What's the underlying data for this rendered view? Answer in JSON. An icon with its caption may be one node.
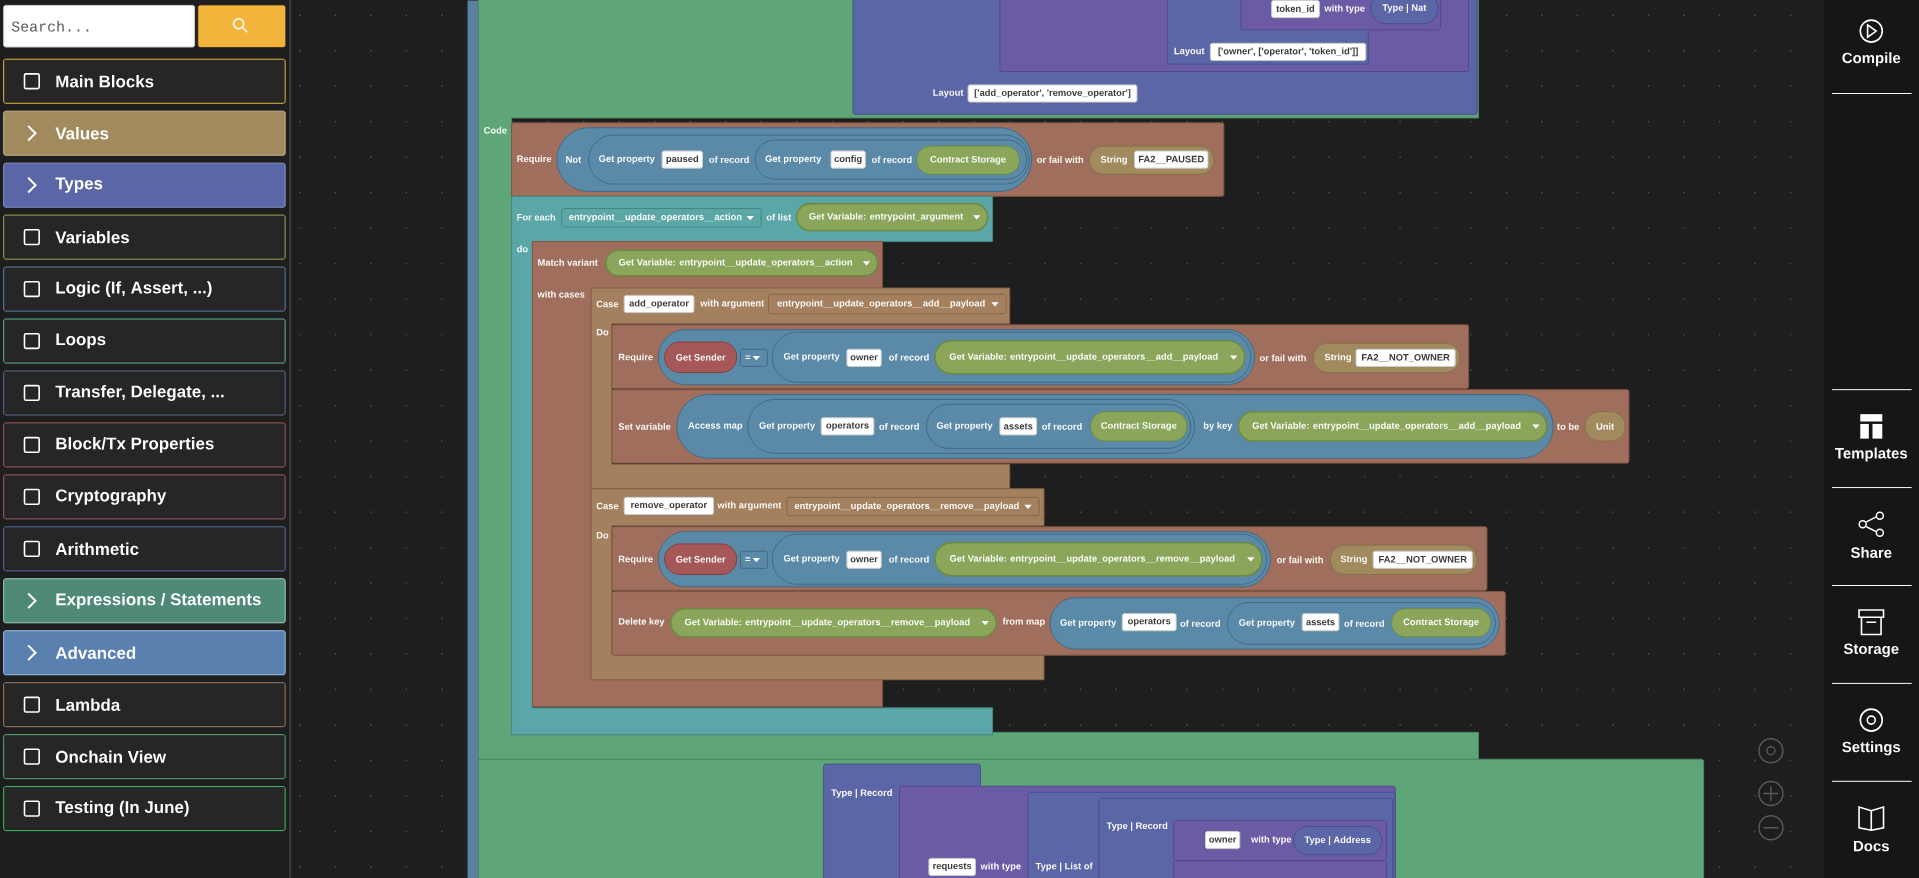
{
  "diagram": {
    "nodes": [
      {
        "text": [
          "Search..."
        ]
      },
      {
        "text": [
          "Main Blocks"
        ]
      },
      {
        "text": [
          "Values"
        ]
      },
      {
        "text": [
          "Types"
        ]
      },
      {
        "text": [
          "Variables"
        ]
      },
      {
        "text": [
          "Logic (If, Assert, ...)"
        ]
      },
      {
        "text": [
          "Loops"
        ]
      },
      {
        "text": [
          "Transfer, Delegate, ..."
        ]
      },
      {
        "text": [
          "Block/Tx Properties"
        ]
      },
      {
        "text": [
          "Cryptography"
        ]
      },
      {
        "text": [
          "Arithmetic"
        ]
      },
      {
        "text": [
          "Expressions / Statements"
        ]
      },
      {
        "text": [
          "Advanced"
        ]
      },
      {
        "text": [
          "Lambda"
        ]
      },
      {
        "text": [
          "Onchain View"
        ]
      },
      {
        "text": [
          "Testing (In June)"
        ]
      },
      {
        "text": [
          "Compile"
        ]
      },
      {
        "text": [
          "Templates"
        ]
      },
      {
        "text": [
          "Share"
        ]
      },
      {
        "text": [
          "Storage"
        ]
      },
      {
        "text": [
          "Settings"
        ]
      },
      {
        "text": [
          "Docs"
        ]
      },
      {
        "text": [
          "Code"
        ]
      },
      {
        "text": [
          "Layout"
        ],
        "in": 22
      },
      {
        "text": [
          "['add_operator', 'remove_operator']"
        ],
        "in": 23
      },
      {
        "text": [],
        "shape": "box",
        "in": 23
      },
      {
        "text": [
          "Layout"
        ],
        "in": 25
      },
      {
        "text": [
          "['owner', ['operator', 'token_id']]"
        ],
        "in": 26
      },
      {
        "text": [
          "with type"
        ],
        "in": 25
      },
      {
        "text": [
          "token_id"
        ]
      },
      {
        "text": [
          "Type | Nat"
        ],
        "in": 28
      },
      {
        "text": [
          "Require",
          "or fail with"
        ],
        "in": 22
      },
      {
        "text": [
          "Not"
        ],
        "in": 31
      },
      {
        "text": [
          "Get property",
          "of record"
        ],
        "in": 32
      },
      {
        "text": [
          "paused"
        ],
        "in": 33
      },
      {
        "text": [
          "Get property",
          "of record"
        ],
        "in": 33
      },
      {
        "text": [
          "config"
        ],
        "in": 35
      },
      {
        "text": [
          "Contract Storage"
        ],
        "in": 35
      },
      {
        "text": [
          "String"
        ],
        "in": 31
      },
      {
        "text": [
          "FA2__PAUSED"
        ],
        "in": 38
      },
      {
        "text": [
          "For each",
          "of list",
          "do"
        ],
        "in": 22
      },
      {
        "text": [
          "entrypoint__update_operators__action"
        ],
        "in": 40
      },
      {
        "text": [
          "Get Variable: entrypoint_argument"
        ],
        "in": 40
      },
      {
        "text": [
          "Match variant",
          "with cases"
        ],
        "in": 40
      },
      {
        "text": [
          "Get Variable: entrypoint__update_operators__action"
        ],
        "in": 43
      },
      {
        "text": [
          "Case",
          "with argument",
          "Do"
        ]
      },
      {
        "text": [
          "add_operator"
        ],
        "in": 45
      },
      {
        "text": [
          "entrypoint__update_operators__add__payload"
        ],
        "in": 45
      },
      {
        "text": [
          "Require",
          "or fail with"
        ]
      },
      {
        "text": [],
        "shape": "box",
        "in": 48
      },
      {
        "text": [
          "Get Sender"
        ],
        "in": 49
      },
      {
        "text": [
          "="
        ],
        "in": 49
      },
      {
        "text": [
          "Get property",
          "of record"
        ],
        "in": 49
      },
      {
        "text": [
          "owner"
        ],
        "in": 52
      },
      {
        "text": [
          "Get Variable: entrypoint__update_operators__add__payload"
        ],
        "in": 52
      },
      {
        "text": [
          "String"
        ],
        "in": 48
      },
      {
        "text": [
          "FA2__NOT_OWNER"
        ],
        "in": 55
      },
      {
        "text": [
          "Set variable",
          "to be"
        ]
      },
      {
        "text": [
          "Access map",
          "by key"
        ],
        "in": 57
      },
      {
        "text": [
          "Get property",
          "of record"
        ],
        "in": 58
      },
      {
        "text": [
          "operators"
        ],
        "in": 59
      },
      {
        "text": [
          "Get property",
          "of record"
        ],
        "in": 59
      },
      {
        "text": [
          "assets"
        ],
        "in": 61
      },
      {
        "text": [
          "Contract Storage"
        ],
        "in": 61
      },
      {
        "text": [
          "Get Variable: entrypoint__update_operators__add__payload"
        ],
        "in": 58
      },
      {
        "text": [
          "Unit"
        ],
        "in": 57
      },
      {
        "text": [
          "Case",
          "with argument",
          "Do"
        ]
      },
      {
        "text": [
          "remove_operator"
        ],
        "in": 66
      },
      {
        "text": [
          "entrypoint__update_operators__remove__payload"
        ],
        "in": 66
      },
      {
        "text": [
          "Require",
          "or fail with"
        ]
      },
      {
        "text": [],
        "shape": "box",
        "in": 69
      },
      {
        "text": [
          "Get Sender"
        ],
        "in": 70
      },
      {
        "text": [
          "="
        ],
        "in": 70
      },
      {
        "text": [
          "Get property",
          "of record"
        ],
        "in": 70
      },
      {
        "text": [
          "owner"
        ],
        "in": 73
      },
      {
        "text": [
          "Get Variable: entrypoint__update_operators__remove__payload"
        ],
        "in": 73
      },
      {
        "text": [
          "String"
        ],
        "in": 69
      },
      {
        "text": [
          "FA2__NOT_OWNER"
        ],
        "in": 76
      },
      {
        "text": [
          "Delete key",
          "from map"
        ]
      },
      {
        "text": [
          "Get Variable: entrypoint__update_operators__remove__payload"
        ],
        "in": 78
      },
      {
        "text": [
          "Get property",
          "of record"
        ],
        "in": 78
      },
      {
        "text": [
          "operators"
        ],
        "in": 80
      },
      {
        "text": [
          "Get property",
          "of record"
        ],
        "in": 80
      },
      {
        "text": [
          "assets"
        ],
        "in": 82
      },
      {
        "text": [
          "Contract Storage"
        ],
        "in": 82
      },
      {
        "text": [],
        "shape": "box"
      },
      {
        "text": [
          "Type | Record"
        ],
        "in": 85
      },
      {
        "text": [
          "with type"
        ],
        "in": 85
      },
      {
        "text": [
          "requests"
        ]
      },
      {
        "text": [
          "Type | List of"
        ],
        "in": 87
      },
      {
        "text": [
          "Type | Record"
        ],
        "in": 89
      },
      {
        "text": [
          "with type"
        ],
        "in": 90
      },
      {
        "text": [
          "owner"
        ],
        "in": 91
      },
      {
        "text": [
          "Type | Address"
        ],
        "in": 91
      },
      {
        "text": [],
        "shape": "box",
        "in": 90
      }
    ]
  }
}
